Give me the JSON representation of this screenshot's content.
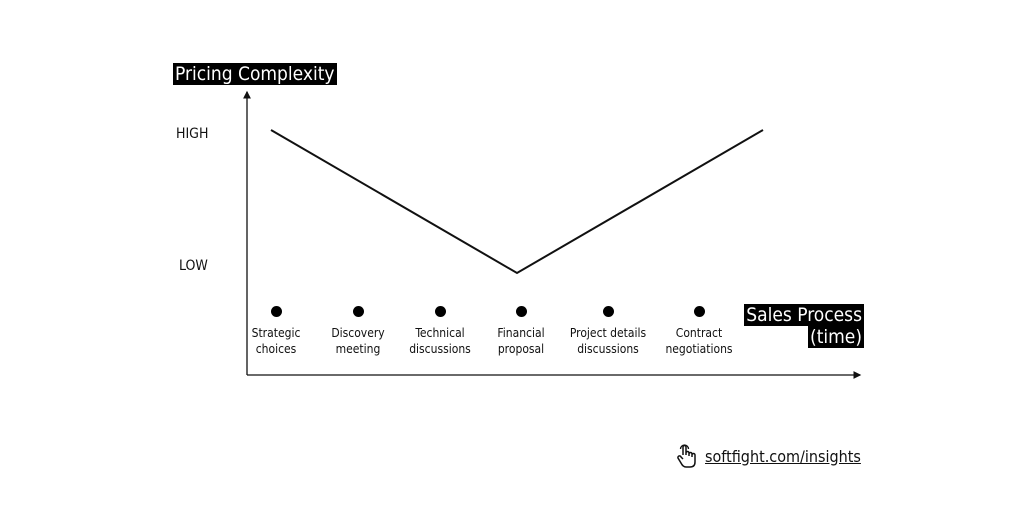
{
  "chart_data": {
    "type": "line",
    "ylabel": "Pricing Complexity",
    "xlabel": [
      "Sales Process",
      "(time)"
    ],
    "y_levels": [
      "HIGH",
      "LOW"
    ],
    "stages": [
      [
        "Strategic",
        "choices"
      ],
      [
        "Discovery",
        "meeting"
      ],
      [
        "Technical",
        "discussions"
      ],
      [
        "Financial",
        "proposal"
      ],
      [
        "Project details",
        "discussions"
      ],
      [
        "Contract",
        "negotiations"
      ]
    ],
    "series": [
      {
        "name": "Pricing complexity",
        "points": [
          {
            "t": 0,
            "level": "HIGH"
          },
          {
            "t": 0.5,
            "level": "LOW"
          },
          {
            "t": 1,
            "level": "HIGH"
          }
        ]
      }
    ]
  },
  "footer": {
    "link": "softfight.com/insights",
    "icon": "pointer-hand-icon"
  }
}
